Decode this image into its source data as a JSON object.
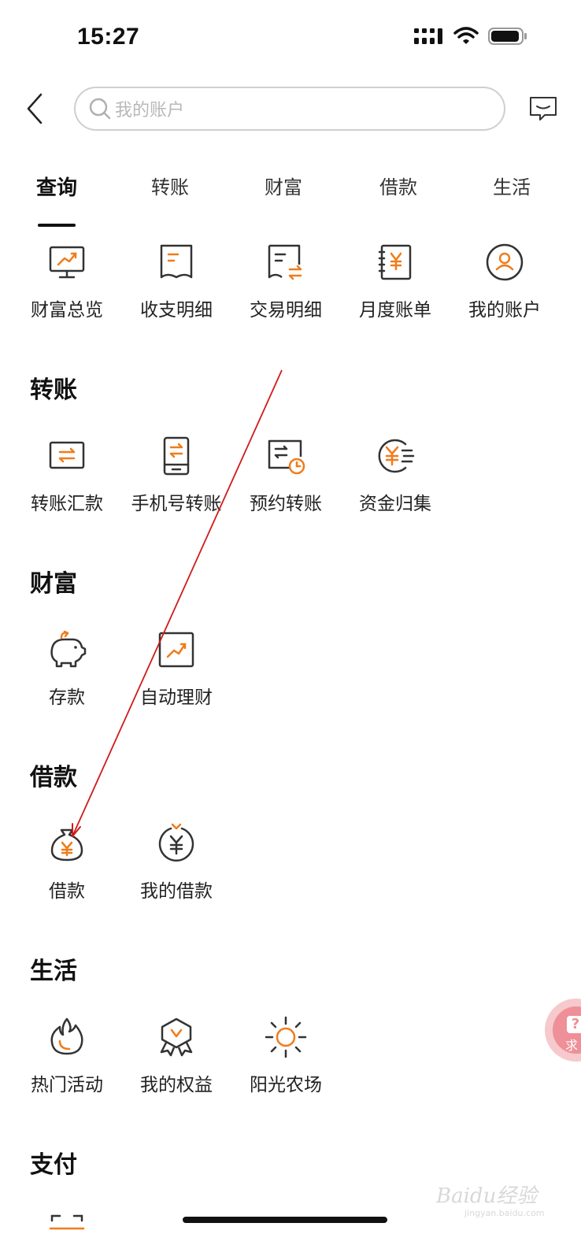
{
  "status_bar": {
    "time": "15:27"
  },
  "search": {
    "placeholder": "我的账户"
  },
  "tabs": [
    {
      "label": "查询",
      "active": true
    },
    {
      "label": "转账",
      "active": false
    },
    {
      "label": "财富",
      "active": false
    },
    {
      "label": "借款",
      "active": false
    },
    {
      "label": "生活",
      "active": false
    }
  ],
  "query_items": [
    {
      "label": "财富总览",
      "icon": "wealth-overview-icon"
    },
    {
      "label": "收支明细",
      "icon": "receipt-icon"
    },
    {
      "label": "交易明细",
      "icon": "transaction-detail-icon"
    },
    {
      "label": "月度账单",
      "icon": "monthly-bill-icon"
    },
    {
      "label": "我的账户",
      "icon": "user-account-icon"
    }
  ],
  "sections": {
    "transfer": {
      "title": "转账",
      "items": [
        {
          "label": "转账汇款",
          "icon": "transfer-icon"
        },
        {
          "label": "手机号转账",
          "icon": "phone-transfer-icon"
        },
        {
          "label": "预约转账",
          "icon": "scheduled-transfer-icon"
        },
        {
          "label": "资金归集",
          "icon": "fund-collection-icon"
        }
      ]
    },
    "wealth": {
      "title": "财富",
      "items": [
        {
          "label": "存款",
          "icon": "piggy-bank-icon"
        },
        {
          "label": "自动理财",
          "icon": "auto-invest-icon"
        }
      ]
    },
    "loan": {
      "title": "借款",
      "items": [
        {
          "label": "借款",
          "icon": "money-bag-icon"
        },
        {
          "label": "我的借款",
          "icon": "my-loan-icon"
        }
      ]
    },
    "life": {
      "title": "生活",
      "items": [
        {
          "label": "热门活动",
          "icon": "flame-icon"
        },
        {
          "label": "我的权益",
          "icon": "badge-icon"
        },
        {
          "label": "阳光农场",
          "icon": "sun-icon"
        }
      ]
    },
    "pay": {
      "title": "支付"
    }
  },
  "float_badge": {
    "text": "求"
  },
  "watermark": {
    "text": "Baidu经验",
    "sub": "jingyan.baidu.com"
  },
  "colors": {
    "accent": "#f07c1b",
    "icon_stroke": "#333333",
    "annotation": "#d11a1a"
  }
}
